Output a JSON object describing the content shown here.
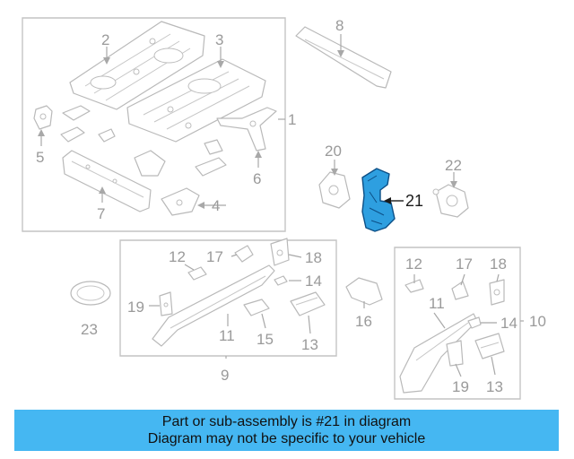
{
  "callouts": {
    "c1": "1",
    "c2": "2",
    "c3": "3",
    "c4": "4",
    "c5": "5",
    "c6": "6",
    "c7": "7",
    "c8": "8",
    "c9": "9",
    "c10": "10",
    "c11a": "11",
    "c11b": "11",
    "c12a": "12",
    "c12b": "12",
    "c13a": "13",
    "c13b": "13",
    "c14a": "14",
    "c14b": "14",
    "c15": "15",
    "c16": "16",
    "c17a": "17",
    "c17b": "17",
    "c18a": "18",
    "c18b": "18",
    "c19a": "19",
    "c19b": "19",
    "c20": "20",
    "c21": "21",
    "c22": "22",
    "c23": "23"
  },
  "highlight": {
    "part": "21",
    "color": "#2e9fe0"
  },
  "caption": {
    "line1": "Part or sub-assembly is #21 in diagram",
    "line2": "Diagram may not be specific to your vehicle",
    "background": "#45b7f2"
  }
}
